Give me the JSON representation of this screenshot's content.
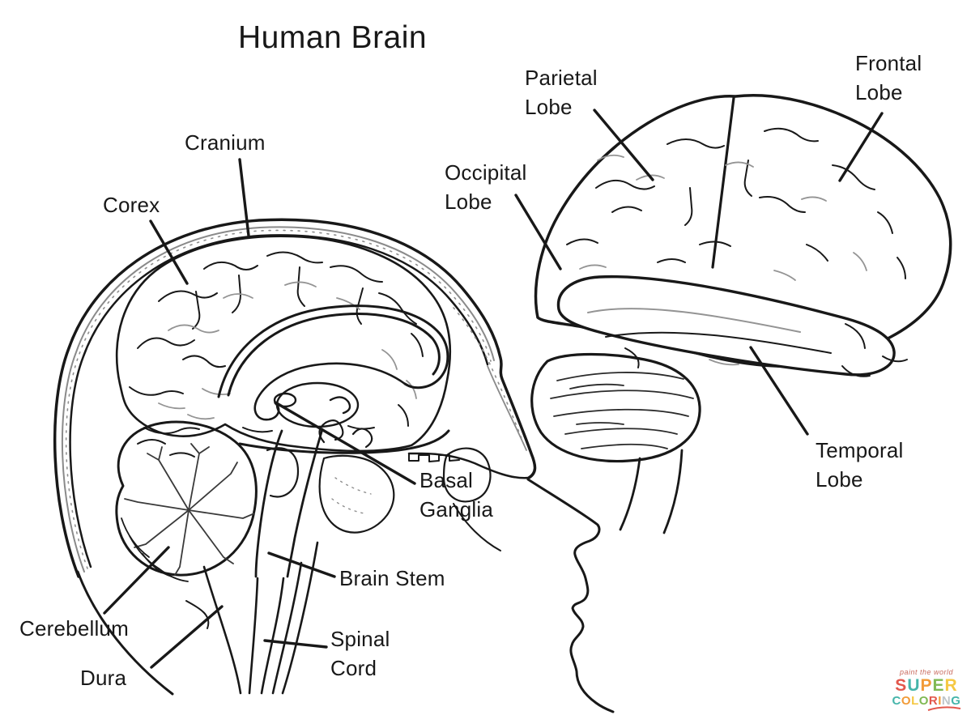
{
  "title": "Human Brain",
  "colors": {
    "background": "#ffffff",
    "ink": "#181818",
    "light_line": "#949494"
  },
  "labels": {
    "cranium": "Cranium",
    "cortex": "Corex",
    "cerebellum": "Cerebellum",
    "dura": "Dura",
    "basal_ganglia": "Basal\nGanglia",
    "brain_stem": "Brain Stem",
    "spinal_cord": "Spinal\nCord",
    "parietal_lobe": "Parietal\nLobe",
    "occipital_lobe": "Occipital\nLobe",
    "frontal_lobe": "Frontal\nLobe",
    "temporal_lobe": "Temporal\nLobe"
  },
  "logo": {
    "tagline": "paint the world",
    "tagline_color": "#c96a5e",
    "word_top": "SUPER",
    "word_top_colors": [
      "#e2574c",
      "#45b5aa",
      "#f29b38",
      "#7fb953",
      "#f5c843"
    ],
    "word_bottom": "COLORING",
    "word_bottom_colors": [
      "#45b5aa",
      "#f29b38",
      "#f5c843",
      "#7fb953",
      "#e2574c",
      "#f29b38",
      "#bfc5c9",
      "#45b5aa"
    ],
    "swoosh_color": "#e2574c"
  }
}
